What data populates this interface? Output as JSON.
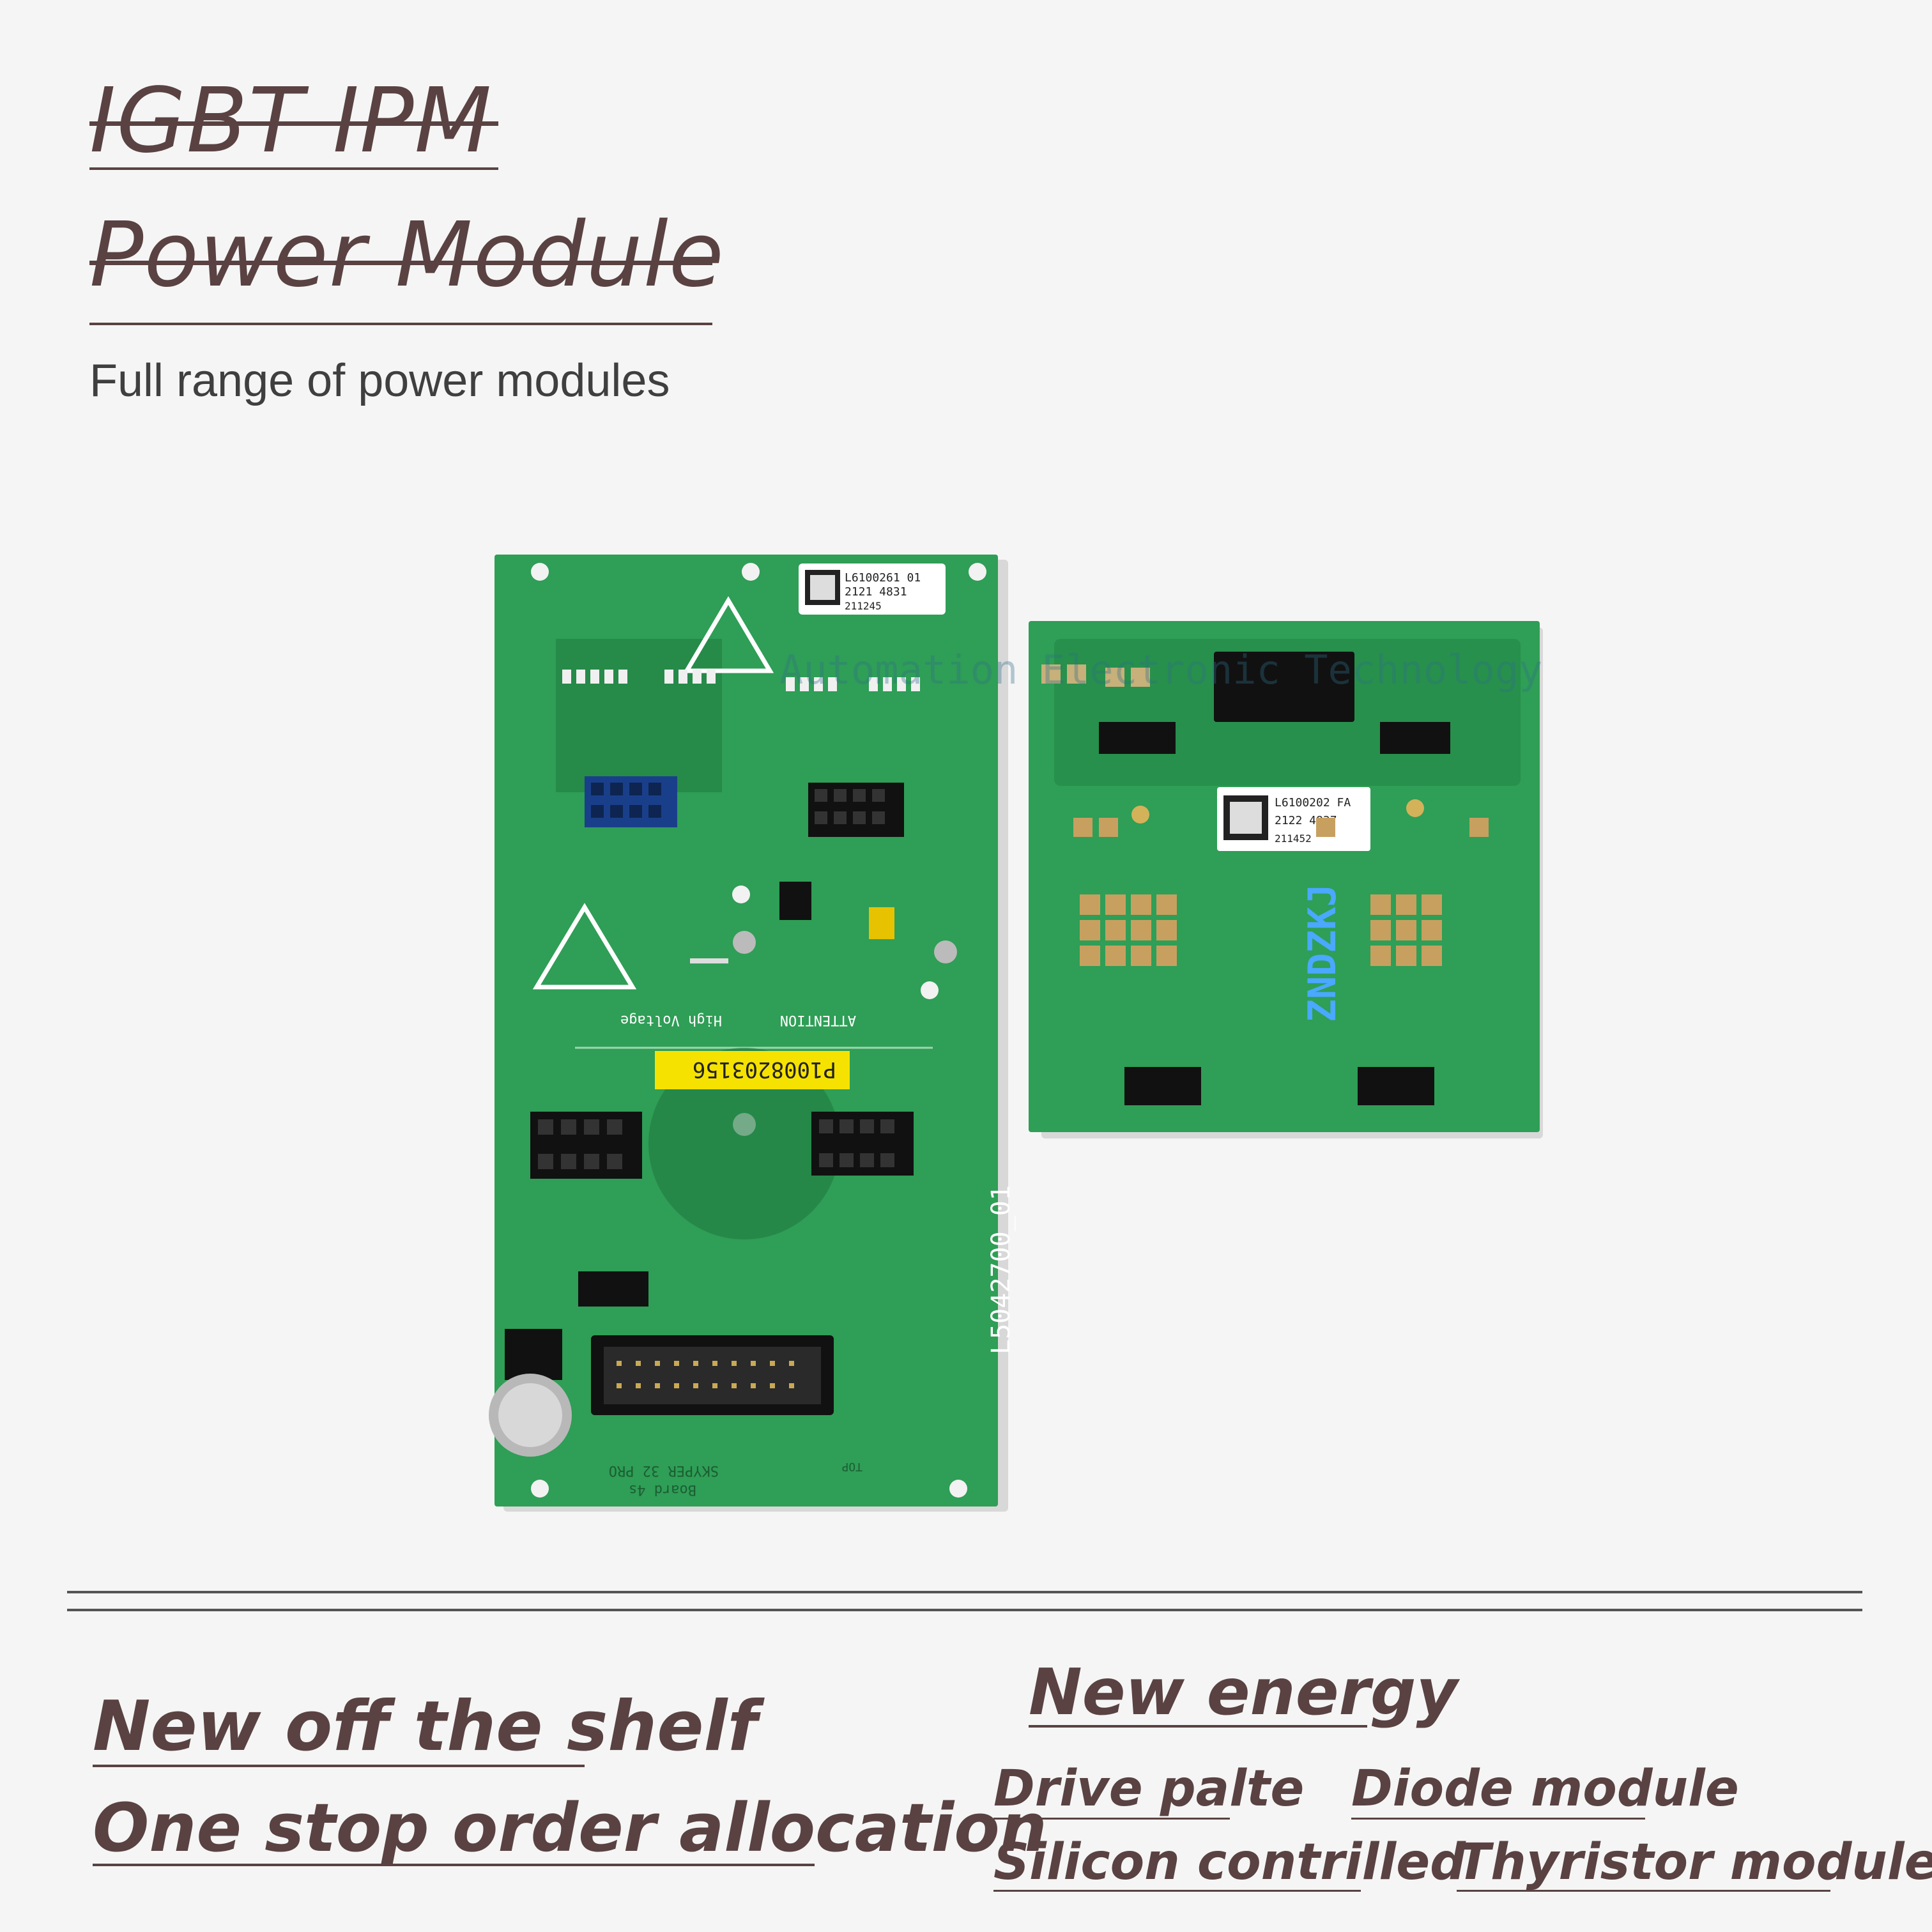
{
  "header": {
    "title_line1": "IGBT IPM",
    "title_line2": "Power Module",
    "subtitle": "Full range of power modules"
  },
  "photo": {
    "left_board": {
      "label_code": "L6100261 01",
      "label_num": "2121 4831",
      "label_num2": "211245",
      "yellow_label": "P1008203156",
      "silk_high_voltage": "High Voltage",
      "silk_attention": "ATTENTION",
      "silk_part": "L5042700_01",
      "silk_board": "Board 4s",
      "silk_model": "SKYPER 32 PRO",
      "silk_top": "TOP"
    },
    "right_board": {
      "label_code": "L6100202 FA",
      "label_num": "2122 4837",
      "label_num2": "211452",
      "watermark": "ZNDZKJ"
    },
    "overlay_watermark": "Automation Electronic Technology"
  },
  "footer": {
    "left_line1": "New off the shelf",
    "left_line2": "One stop order allocation",
    "right_heading": "New energy",
    "items": [
      "Drive palte",
      "Diode module",
      "Silicon contrilled",
      "Thyristor module"
    ]
  },
  "colors": {
    "background": "#f5f5f5",
    "text": "#5a4242",
    "pcb_green": "#2f9e56",
    "pcb_dark": "#1f7a40"
  }
}
